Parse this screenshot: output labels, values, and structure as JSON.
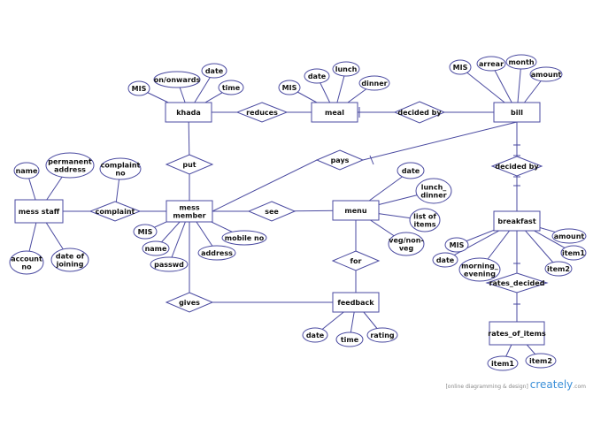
{
  "entities": [
    {
      "id": "khada",
      "label": "khada"
    },
    {
      "id": "meal",
      "label": "meal"
    },
    {
      "id": "bill",
      "label": "bill"
    },
    {
      "id": "mess_staff",
      "label": "mess staff"
    },
    {
      "id": "mess_member",
      "label": "mess\nmember"
    },
    {
      "id": "menu",
      "label": "menu"
    },
    {
      "id": "breakfast",
      "label": "breakfast"
    },
    {
      "id": "feedback",
      "label": "feedback"
    },
    {
      "id": "rates_of_items",
      "label": "rates_of_items"
    }
  ],
  "relationships": [
    {
      "id": "reduces",
      "label": "reduces"
    },
    {
      "id": "decided_by_1",
      "label": "decided  by"
    },
    {
      "id": "put",
      "label": "put"
    },
    {
      "id": "pays",
      "label": "pays"
    },
    {
      "id": "complaint",
      "label": "complaint"
    },
    {
      "id": "see",
      "label": "see"
    },
    {
      "id": "decided_by_2",
      "label": "decided  by"
    },
    {
      "id": "for",
      "label": "for"
    },
    {
      "id": "gives",
      "label": "gives"
    },
    {
      "id": "rates_decided",
      "label": "rates_decided"
    }
  ],
  "attributes": [
    {
      "id": "khada_mis",
      "label": "MIS"
    },
    {
      "id": "khada_onwards",
      "label": "on/onwards"
    },
    {
      "id": "khada_date",
      "label": "date"
    },
    {
      "id": "khada_time",
      "label": "time"
    },
    {
      "id": "meal_mis",
      "label": "MIS"
    },
    {
      "id": "meal_date",
      "label": "date"
    },
    {
      "id": "meal_lunch",
      "label": "lunch"
    },
    {
      "id": "meal_dinner",
      "label": "dinner"
    },
    {
      "id": "bill_mis",
      "label": "MIS"
    },
    {
      "id": "bill_arrear",
      "label": "arrear"
    },
    {
      "id": "bill_month",
      "label": "month"
    },
    {
      "id": "bill_amount",
      "label": "amount"
    },
    {
      "id": "staff_name",
      "label": "name"
    },
    {
      "id": "staff_address",
      "label": "permanent\naddress"
    },
    {
      "id": "staff_account",
      "label": "account\nno"
    },
    {
      "id": "staff_joining",
      "label": "date of\njoining"
    },
    {
      "id": "complaint_no",
      "label": "complaint\nno"
    },
    {
      "id": "member_mis",
      "label": "MIS"
    },
    {
      "id": "member_name",
      "label": "name"
    },
    {
      "id": "member_passwd",
      "label": "passwd"
    },
    {
      "id": "member_address",
      "label": "address"
    },
    {
      "id": "member_mobile",
      "label": "mobile no"
    },
    {
      "id": "menu_date",
      "label": "date"
    },
    {
      "id": "menu_lunch_dinner",
      "label": "lunch_\ndinner"
    },
    {
      "id": "menu_items",
      "label": "list of\nitems"
    },
    {
      "id": "menu_veg",
      "label": "veg/non-\nveg"
    },
    {
      "id": "bf_mis",
      "label": "MIS"
    },
    {
      "id": "bf_date",
      "label": "date"
    },
    {
      "id": "bf_morning",
      "label": "morning_\nevening"
    },
    {
      "id": "bf_amount",
      "label": "amount"
    },
    {
      "id": "bf_item1",
      "label": "item1"
    },
    {
      "id": "bf_item2",
      "label": "item2"
    },
    {
      "id": "fb_date",
      "label": "date"
    },
    {
      "id": "fb_time",
      "label": "time"
    },
    {
      "id": "fb_rating",
      "label": "rating"
    },
    {
      "id": "roi_item1",
      "label": "item1"
    },
    {
      "id": "roi_item2",
      "label": "item2"
    }
  ],
  "watermark": {
    "text": "[online diagramming & design]",
    "brand": "creately",
    "tld": ".com"
  },
  "colors": {
    "stroke": "#4a4aa0",
    "brand": "#3a8fd8"
  }
}
